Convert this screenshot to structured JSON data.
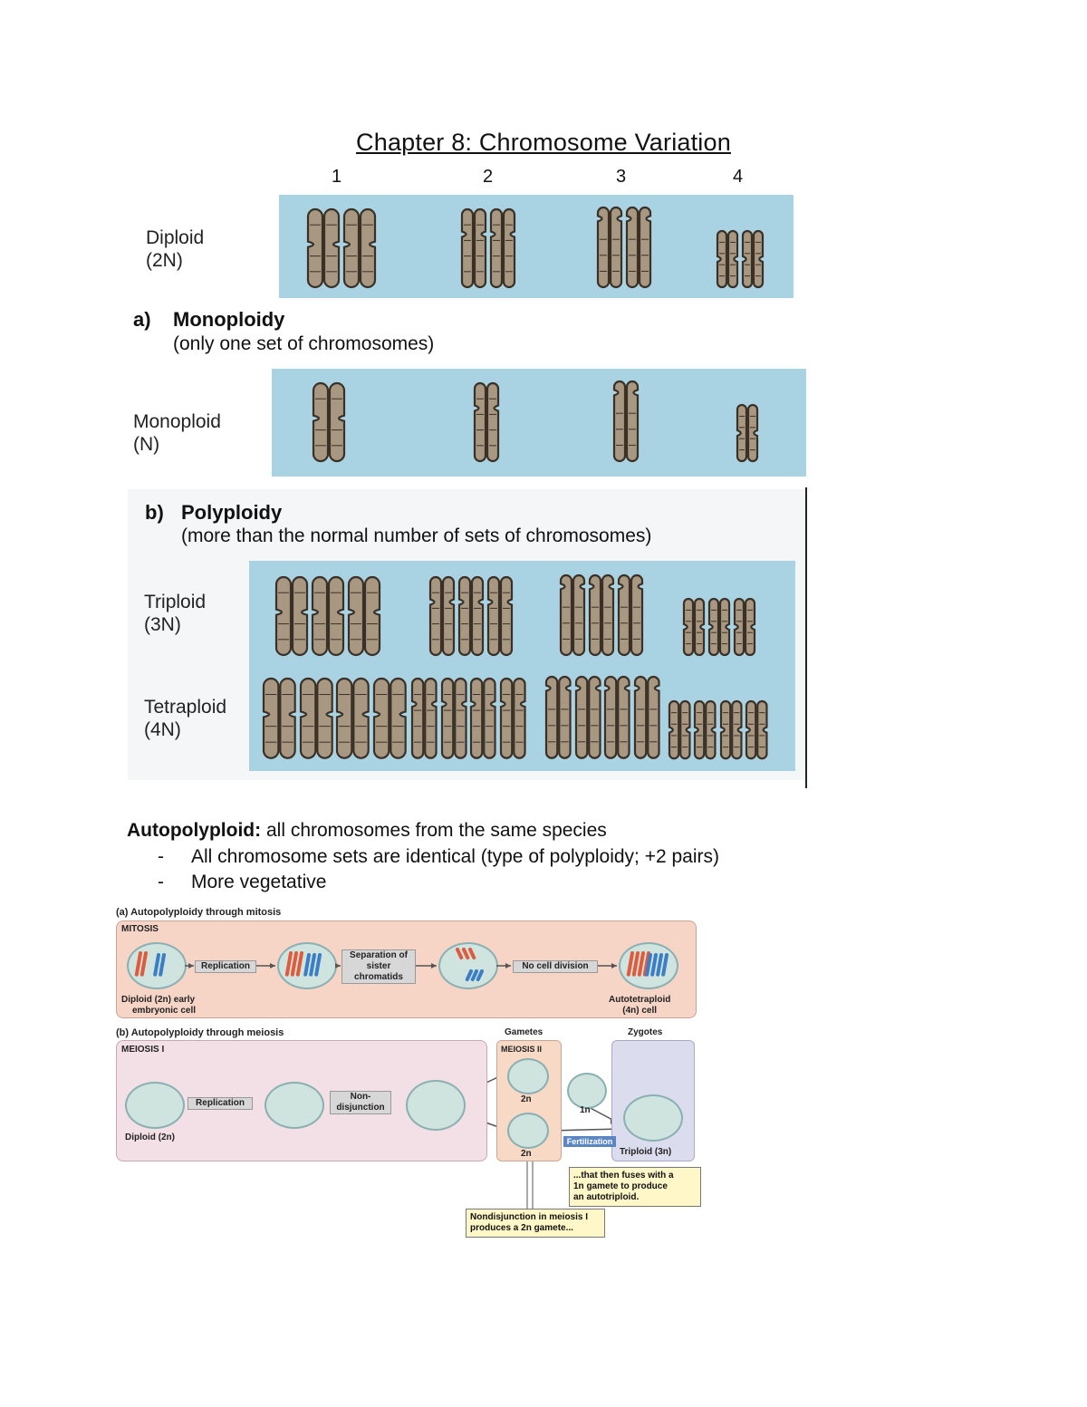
{
  "title": "Chapter 8: Chromosome Variation",
  "column_numbers": [
    "1",
    "2",
    "3",
    "4"
  ],
  "diploid": {
    "label": "Diploid",
    "ploidy": "(2N)"
  },
  "section_a": {
    "letter": "a)",
    "heading": "Monoploidy",
    "subheading": "(only one set of chromosomes)"
  },
  "monoploid": {
    "label": "Monoploid",
    "ploidy": "(N)"
  },
  "section_b": {
    "letter": "b)",
    "heading": "Polyploidy",
    "subheading": "(more than the normal number of sets of chromosomes)"
  },
  "triploid": {
    "label": "Triploid",
    "ploidy": "(3N)"
  },
  "tetraploid": {
    "label": "Tetraploid",
    "ploidy": "(4N)"
  },
  "notes": {
    "term": "Autopolyploid:",
    "definition": " all chromosomes from the same species",
    "bullets": [
      "All chromosome sets are identical (type of polyploidy; +2 pairs)",
      "More vegetative"
    ]
  },
  "figure": {
    "part_a_title": "(a) Autopolyploidy through mitosis",
    "mitosis": "MITOSIS",
    "replication": "Replication",
    "separation": [
      "Separation of",
      "sister",
      "chromatids"
    ],
    "no_cell_division": "No cell division",
    "diploid_early": [
      "Diploid (2n) early",
      "embryonic cell"
    ],
    "autotetraploid": [
      "Autotetraploid",
      "(4n) cell"
    ],
    "part_b_title": "(b) Autopolyploidy through meiosis",
    "meiosis1": "MEIOSIS I",
    "meiosis2": "MEIOSIS II",
    "gametes": "Gametes",
    "zygotes": "Zygotes",
    "nondisjunction": [
      "Non-",
      "disjunction"
    ],
    "diploid_2n": "Diploid (2n)",
    "gamete_2n_a": "2n",
    "gamete_2n_b": "2n",
    "gamete_1n": "1n",
    "fertilization": "Fertilization",
    "triploid_3n": "Triploid (3n)",
    "note_fuses": [
      "...that then fuses with a",
      "1n gamete to produce",
      "an autotriploid."
    ],
    "note_nondisjunction": [
      "Nondisjunction in meiosis I",
      "produces a 2n gamete..."
    ]
  },
  "colors": {
    "karyotype_panel": "#a9d3e3",
    "chromosome_fill": "#a89882",
    "chromosome_stroke": "#3b3026",
    "mitosis_panel": "#f6d4c6",
    "meiosis_panel": "#f3dfe6",
    "zygote_panel": "#dcdcef",
    "red_chromosome": "#e05a3c",
    "blue_chromosome": "#3b7ec6",
    "fertilization_label": "#5a86c4"
  }
}
